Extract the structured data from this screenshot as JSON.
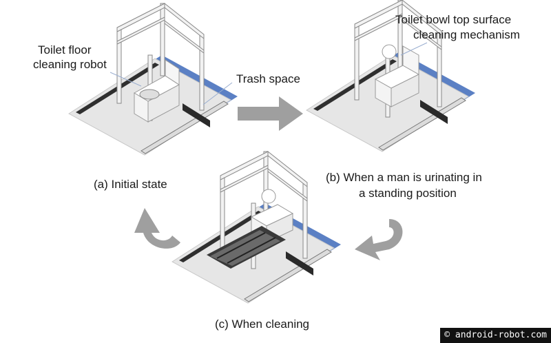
{
  "labels": {
    "floor_robot_line1": "Toilet floor",
    "floor_robot_line2": "cleaning robot",
    "trash_space": "Trash space",
    "bowl_mech_line1": "Toilet bowl top surface",
    "bowl_mech_line2": "cleaning mechanism"
  },
  "captions": {
    "a": "(a) Initial state",
    "b_line1": "(b) When a man is urinating in",
    "b_line2": "a standing position",
    "c": "(c) When cleaning"
  },
  "watermark": "© android-robot.com",
  "colors": {
    "floor": "#e3e3e3",
    "blue_strip": "#5b80c4",
    "frame": "#eeeeee",
    "frame_edge": "#8a8a8a",
    "arrow": "#9f9f9f",
    "robot": "#2b2b2b"
  }
}
